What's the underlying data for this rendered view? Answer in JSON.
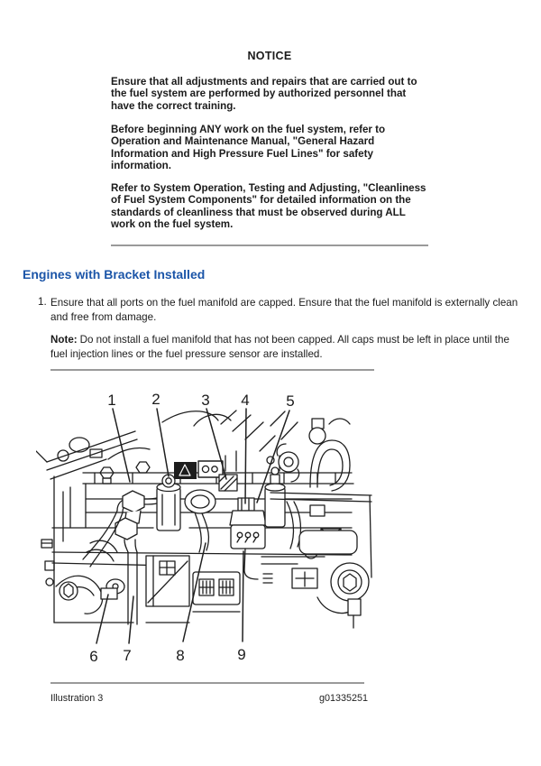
{
  "notice": {
    "title": "NOTICE",
    "paragraphs": [
      {
        "lines": [
          "Ensure that all adjustments and repairs that are carried out to",
          "the fuel system are performed by authorized personnel that",
          "have the correct training."
        ]
      },
      {
        "lines": [
          "Before beginning ANY work on the fuel system, refer to",
          "Operation and Maintenance Manual, \"General Hazard",
          "Information and High Pressure Fuel Lines\" for safety",
          "information."
        ]
      },
      {
        "lines": [
          "Refer to System Operation, Testing and Adjusting, \"Cleanliness",
          "of Fuel System Components\" for detailed information on the",
          "standards of cleanliness that must be observed during ALL",
          "work on the fuel system."
        ]
      }
    ]
  },
  "section": {
    "heading": "Engines with Bracket Installed",
    "step": {
      "number": "1.",
      "lines": [
        "Ensure that all ports on the fuel manifold are capped. Ensure that the fuel manifold is externally clean",
        "and free from damage."
      ]
    },
    "note": {
      "label": "Note:",
      "line1_rest": "Do not install a fuel manifold that has not been capped. All caps must be left in place until the",
      "line2": "fuel injection lines or the fuel pressure sensor are installed."
    }
  },
  "illustration": {
    "callouts_top": [
      "1",
      "2",
      "3",
      "4",
      "5"
    ],
    "callouts_bottom": [
      "6",
      "7",
      "8",
      "9"
    ],
    "caption": "Illustration 3",
    "figure_id": "g01335251"
  },
  "colors": {
    "heading_blue": "#1b55a8",
    "body_text": "#1b1b1b",
    "divider_gray": "#9a9a9a",
    "line_art": "#1f1f1f"
  }
}
